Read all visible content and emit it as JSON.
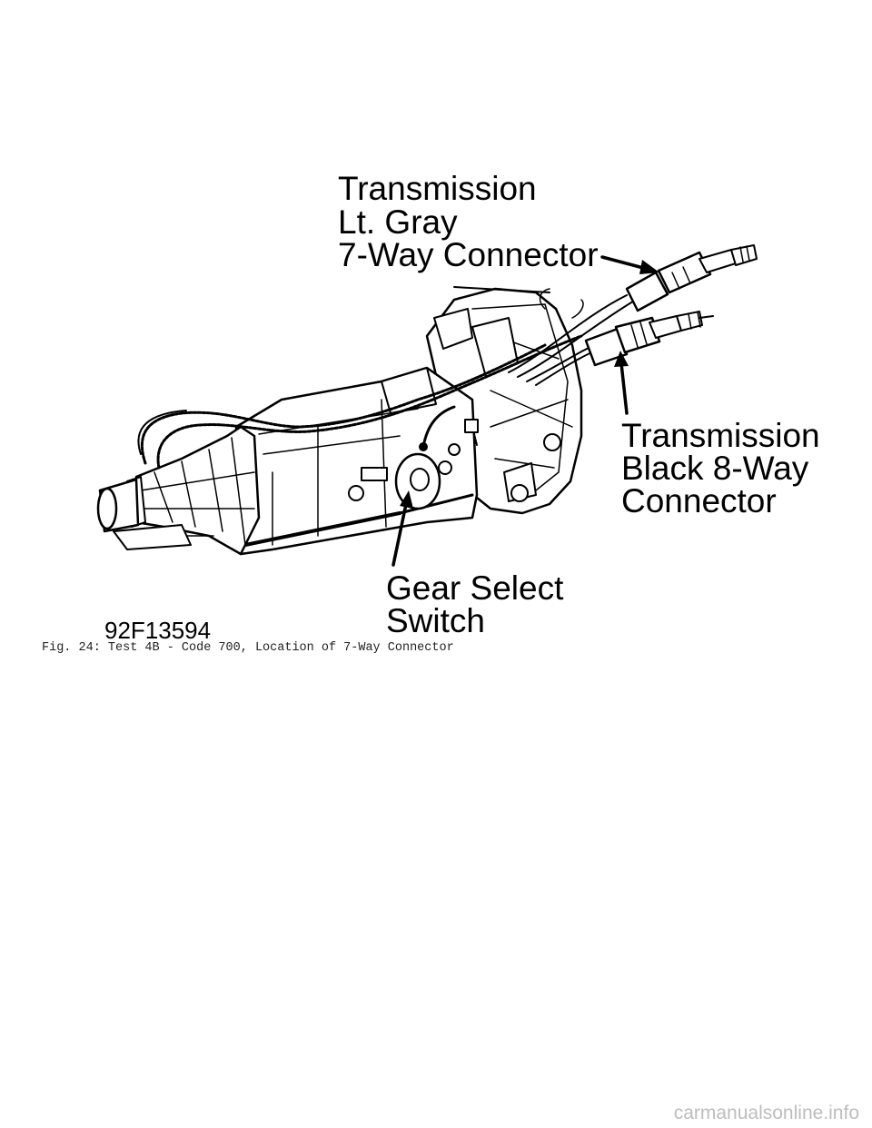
{
  "callouts": {
    "gray_connector": [
      "Transmission",
      "Lt. Gray",
      "7-Way Connector"
    ],
    "black_connector": [
      "Transmission",
      "Black 8-Way",
      "Connector"
    ],
    "gear_switch": [
      "Gear Select",
      "Switch"
    ]
  },
  "figure_id": "92F13594",
  "caption": "Fig. 24:  Test 4B - Code 700, Location of 7-Way Connector",
  "watermark": "carmanualsonline.info"
}
